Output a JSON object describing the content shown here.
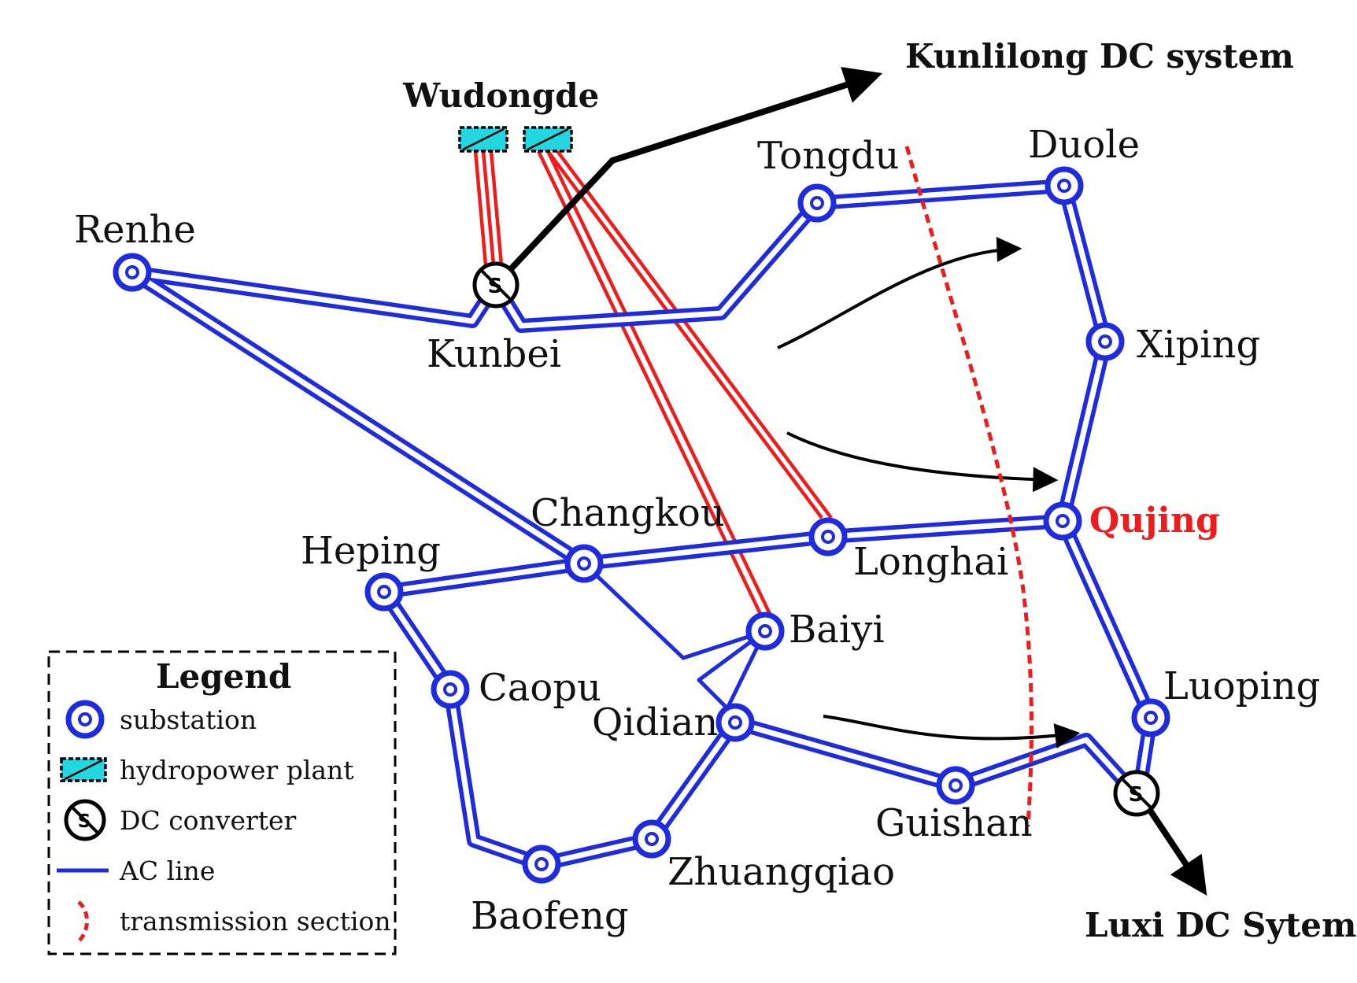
{
  "colors": {
    "ac_line": "#1f2bdf",
    "hydro_line": "#ef1c1c",
    "dc_line": "#000000",
    "hydro_fill": "#22d7e0",
    "section": "#ee1c1c",
    "highlight": "#ee1c1c"
  },
  "substations": [
    {
      "id": "renhe",
      "name": "Renhe"
    },
    {
      "id": "kunbei",
      "name": "Kunbei"
    },
    {
      "id": "tongdu",
      "name": "Tongdu"
    },
    {
      "id": "duole",
      "name": "Duole"
    },
    {
      "id": "xiping",
      "name": "Xiping"
    },
    {
      "id": "qujing",
      "name": "Qujing"
    },
    {
      "id": "longhai",
      "name": "Longhai"
    },
    {
      "id": "changkou",
      "name": "Changkou"
    },
    {
      "id": "heping",
      "name": "Heping"
    },
    {
      "id": "baiyi",
      "name": "Baiyi"
    },
    {
      "id": "caopu",
      "name": "Caopu"
    },
    {
      "id": "qidian",
      "name": "Qidian"
    },
    {
      "id": "guishan",
      "name": "Guishan"
    },
    {
      "id": "luoping",
      "name": "Luoping"
    },
    {
      "id": "zhuangqiao",
      "name": "Zhuangqiao"
    },
    {
      "id": "baofeng",
      "name": "Baofeng"
    }
  ],
  "plants": {
    "wudongde": "Wudongde"
  },
  "dc_systems": {
    "kunlilong": "Kunlilong DC system",
    "luxi": "Luxi DC Sytem"
  },
  "legend": {
    "title": "Legend",
    "items": [
      {
        "icon": "substation-icon",
        "label": "substation"
      },
      {
        "icon": "hydropower-plant-icon",
        "label": "hydropower plant"
      },
      {
        "icon": "dc-converter-icon",
        "label": "DC converter"
      },
      {
        "icon": "ac-line-icon",
        "label": "AC line"
      },
      {
        "icon": "transmission-section-icon",
        "label": "transmission section"
      }
    ]
  }
}
